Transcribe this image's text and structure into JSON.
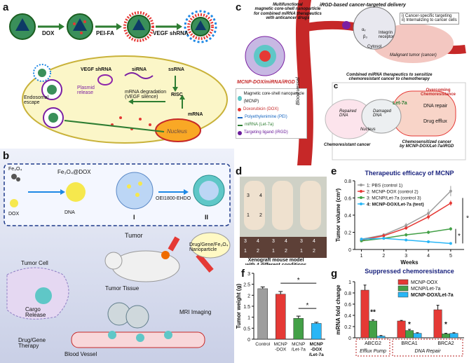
{
  "panels": {
    "a": {
      "label": "a",
      "steps": [
        "DOX",
        "PEI-FA",
        "VEGF shRNA"
      ],
      "cell": {
        "endosomal_escape": "Endosomal\nescape",
        "plasmid_release": "Plasmid\nrelease",
        "vegf_shrna": "VEGF shRNA",
        "sirna": "siRNA",
        "ssrna": "ssRNA",
        "risc": "RISC",
        "mrna_degradation": "mRNA degradation\n(VEGF silence)",
        "mrna": "mRNA",
        "nucleus": "Nucleus"
      }
    },
    "b": {
      "label": "b",
      "fe3o4": "Fe₃O₄",
      "fe3o4_dox": "Fe₃O₄@DOX",
      "dox": "DOX",
      "dna": "DNA",
      "stage1": "I",
      "stage2": "II",
      "oei": "OEI1800-EHDO",
      "tumor": "Tumor",
      "tumor_cell": "Tumor Cell",
      "cargo_release": "Cargo\nRelease",
      "tumor_tissue": "Tumor Tissue",
      "nanoparticle": "Drug/Gene/Fe₃O₄\nNanoparticle",
      "mri": "MRI Imaging",
      "therapy": "Drug/Gene\nTherapy",
      "blood_vessel": "Blood Vessel"
    },
    "c": {
      "label": "c",
      "header": "Multifunctional\nmagnetic core-shell nanoparticle\nfor combined miRNA therapeutics\nwith anticancer drugs",
      "formula": "MCNP-DOX/miRNA/iRGD",
      "legend": [
        {
          "icon": "core-shell-icon",
          "text": "Magnetic core-shell nanoparticle (MCNP)",
          "color": "#111"
        },
        {
          "icon": "doxorubicin-icon",
          "text": "Doxorubicin (DOX)",
          "color": "#c62828"
        },
        {
          "icon": "pei-icon",
          "text": "Polyethylenimine (PEI)",
          "color": "#1565c0"
        },
        {
          "icon": "mirna-icon",
          "text": "miRNA (Let-7a)",
          "color": "#2e7d32"
        },
        {
          "icon": "targeting-ligand-icon",
          "text": "Targeting ligand (iRGD)",
          "color": "#6a1b9a"
        }
      ],
      "delivery_title": "iRGD-based cancer-targeted delivery",
      "integrin": "Integrin\nreceptor",
      "cytosol": "Cytosol",
      "beta": "β₃",
      "alpha": "αᵥ",
      "targeting_points": "i) Cancer-specific targeting\nii) Internalizing to cancer cells",
      "malignant": "Malignant tumor (cancer)",
      "blood_vessel": "Blood vessel",
      "combined": "Combined miRNA therapeutics to sensitize\nchemoresistant cancer to chemotherapy",
      "let7a": "Let-7a",
      "repaired_dna": "Repaired\nDNA",
      "damaged_dna": "Damaged\nDNA",
      "nucleus": "Nucleus",
      "overcoming": "Overcoming\nChemoresistance",
      "dna_repair": "DNA repair",
      "drug_efflux": "Drug efflux",
      "chemoresistant": "Chemoresistant cancer",
      "chemosensitized": "Chemosensitized cancer\nby MCNP-DOX/Let-7a/iRGD",
      "inner_label": "c"
    },
    "d": {
      "label": "d",
      "mouse_numbers": [
        "3",
        "4",
        "1",
        "2"
      ],
      "tumor_row1": [
        "3",
        "4",
        "3",
        "4",
        "3",
        "4"
      ],
      "tumor_row2": [
        "1",
        "2",
        "1",
        "2",
        "1",
        "2"
      ],
      "caption": "Xenograft mouse model\nwith 4 different conditions"
    }
  },
  "chart_data": [
    {
      "id": "e",
      "type": "line",
      "title": "Therapeutic efficacy of MCNP",
      "xlabel": "Weeks",
      "ylabel": "Tumor volume (cm³)",
      "x": [
        1,
        2,
        3,
        4,
        5
      ],
      "xlim": [
        0.7,
        5.6
      ],
      "ylim": [
        0,
        0.8
      ],
      "yticks": [
        0,
        0.2,
        0.4,
        0.6,
        0.8
      ],
      "xticks": [
        1,
        2,
        3,
        4,
        5
      ],
      "series": [
        {
          "name": "1: PBS (control 1)",
          "color": "#9e9e9e",
          "values": [
            0.12,
            0.17,
            0.28,
            0.42,
            0.68
          ],
          "err": [
            0.01,
            0.02,
            0.03,
            0.05,
            0.06
          ]
        },
        {
          "name": "2: MCNP-DOX (control 2)",
          "color": "#e53935",
          "values": [
            0.11,
            0.16,
            0.25,
            0.38,
            0.54
          ],
          "err": [
            0.01,
            0.02,
            0.02,
            0.03,
            0.03
          ]
        },
        {
          "name": "3: MCNP/Let-7a (control 3)",
          "color": "#43a047",
          "values": [
            0.1,
            0.13,
            0.17,
            0.2,
            0.24
          ],
          "err": [
            0.01,
            0.01,
            0.02,
            0.02,
            0.02
          ]
        },
        {
          "name": "4: MCNP-DOX/Let-7a (test)",
          "color": "#29b6f6",
          "values": [
            0.12,
            0.13,
            0.11,
            0.09,
            0.07
          ],
          "err": [
            0.01,
            0.01,
            0.01,
            0.01,
            0.01
          ]
        }
      ],
      "annotations": [
        "*",
        "*"
      ]
    },
    {
      "id": "f",
      "type": "bar",
      "title": "",
      "xlabel": "",
      "ylabel": "Tumor weight (g)",
      "categories": [
        "Control",
        "MCNP\n-DOX",
        "MCNP\n/Let-7a",
        "MCNP\n-DOX\n/Let-7a"
      ],
      "values": [
        2.3,
        2.05,
        0.95,
        0.72
      ],
      "err": [
        0.08,
        0.12,
        0.1,
        0.05
      ],
      "colors": [
        "#9e9e9e",
        "#e53935",
        "#43a047",
        "#29b6f6"
      ],
      "ylim": [
        0,
        3
      ],
      "yticks": [
        0,
        0.5,
        1,
        1.5,
        2,
        2.5,
        3
      ],
      "annotations": [
        "*",
        "*"
      ]
    },
    {
      "id": "g",
      "type": "bar",
      "title": "Suppressed chemoresistance",
      "xlabel": "",
      "ylabel": "mRNA fold change",
      "categories": [
        "ABCG2",
        "BRCA1",
        "BRCA2"
      ],
      "category_groups": [
        "Efflux Pump",
        "DNA Repair"
      ],
      "series": [
        {
          "name": "MCNP-DOX",
          "color": "#e53935",
          "values": [
            0.85,
            0.3,
            0.5
          ],
          "err": [
            0.09,
            0.01,
            0.08
          ]
        },
        {
          "name": "MCNP/Let-7a",
          "color": "#43a047",
          "values": [
            0.3,
            0.13,
            0.07
          ],
          "err": [
            0.02,
            0.02,
            0.01
          ]
        },
        {
          "name": "MCNP-DOX/Let-7a",
          "color": "#29b6f6",
          "values": [
            0.03,
            0.08,
            0.08
          ],
          "err": [
            0.01,
            0.01,
            0.01
          ]
        }
      ],
      "ylim": [
        0,
        1
      ],
      "yticks": [
        0,
        0.2,
        0.4,
        0.6,
        0.8,
        1
      ],
      "annotations": [
        "**",
        "*",
        "*"
      ]
    }
  ]
}
